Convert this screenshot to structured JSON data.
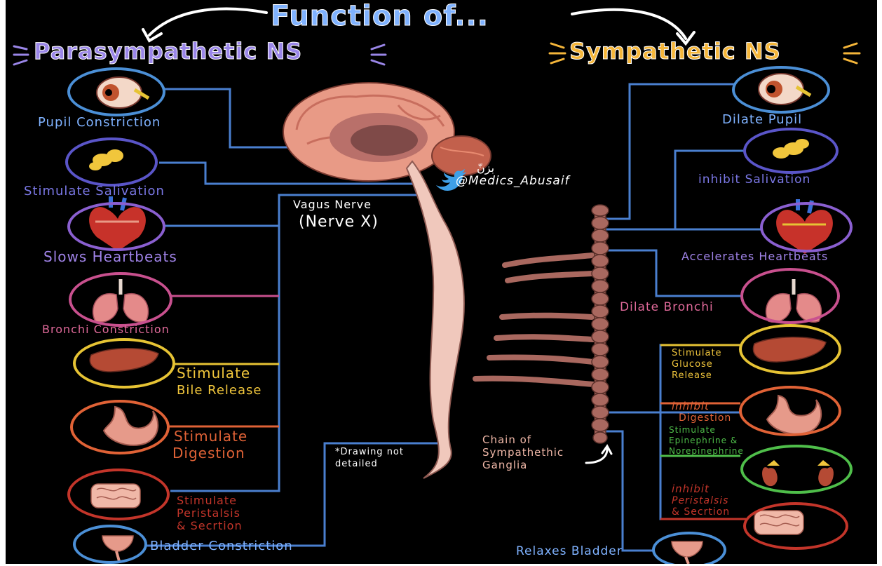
{
  "header": {
    "title": "Function of...",
    "parasympathetic_title": "Parasympathetic NS",
    "sympathetic_title": "Sympathetic NS"
  },
  "credit": {
    "arabic": "بزنّ",
    "handle": "@Medics_Abusaif"
  },
  "center_labels": {
    "vagus": "Vagus Nerve",
    "vagus_sub": "(Nerve X)",
    "note": "*Drawing not detailed",
    "chain": "Chain of Sympathethic Ganglia"
  },
  "parasympathetic": {
    "pupil": "Pupil Constriction",
    "salivation": "Stimulate Salivation",
    "heart": "Slows Heartbeats",
    "bronchi": "Bronchi Constriction",
    "bile_1": "Stimulate",
    "bile_2": "Bile Release",
    "digestion_1": "Stimulate",
    "digestion_2": "Digestion",
    "peristalsis_1": "Stimulate",
    "peristalsis_2": "Peristalsis",
    "peristalsis_3": "& Secrtion",
    "bladder": "Bladder Constriction"
  },
  "sympathetic": {
    "pupil": "Dilate Pupil",
    "salivation": "inhibit Salivation",
    "heart": "Accelerates Heartbeats",
    "bronchi": "Dilate Bronchi",
    "glucose_1": "Stimulate",
    "glucose_2": "Glucose",
    "glucose_3": "Release",
    "digestion_1": "inhibit",
    "digestion_2": "Digestion",
    "epi_1": "Stimulate",
    "epi_2": "Epinephrine &",
    "epi_3": "Norepinephrine",
    "peristalsis_1": "inhibit",
    "peristalsis_2": "Peristalsis",
    "peristalsis_3": "& Secrtion",
    "bladder": "Relaxes Bladder"
  },
  "icons": [
    "eye-icon",
    "salivary-gland-icon",
    "heart-icon",
    "lungs-icon",
    "liver-icon",
    "stomach-icon",
    "intestine-icon",
    "bladder-icon",
    "adrenal-kidney-icon",
    "brain-icon",
    "spinal-cord-icon",
    "twitter-icon"
  ],
  "colors": {
    "background": "#000000",
    "title_blue": "#7fb2ff",
    "parasympathetic_purple": "#9a86e8",
    "sympathetic_orange": "#f5b63a",
    "line_blue": "#4a7fcf",
    "pupil_blue": "#4b8fd6",
    "salivation_indigo": "#5a55c8",
    "heart_purple": "#8a5fd0",
    "lungs_pink": "#c8508e",
    "liver_yellow": "#e6c334",
    "stomach_orange": "#e06236",
    "intestine_red": "#c3352a",
    "adrenal_green": "#4fbe4a",
    "brain_pink": "#e89a86",
    "ganglia_brown": "#a9685f"
  }
}
